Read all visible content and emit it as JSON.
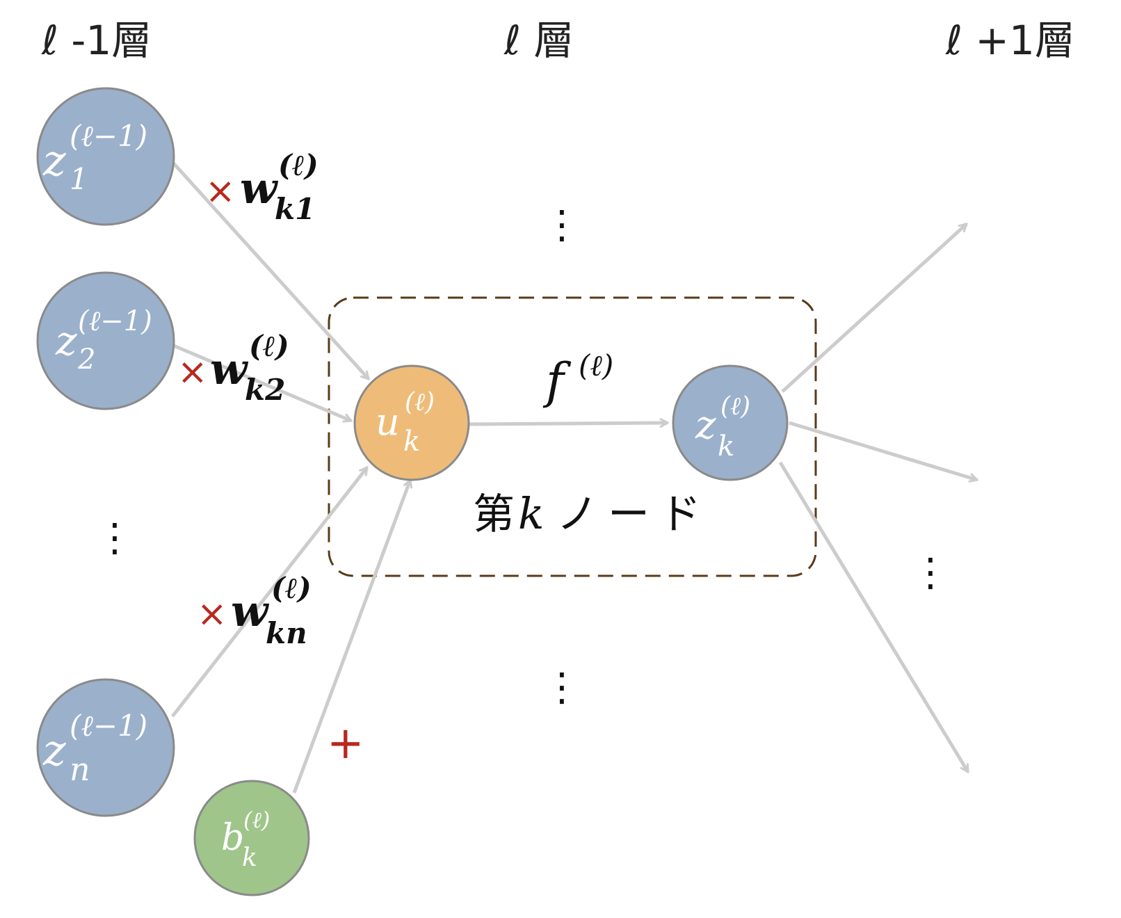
{
  "headers": {
    "prev_layer": "ℓ -1層",
    "cur_layer": "ℓ 層",
    "next_layer": "ℓ +1層"
  },
  "nodes": {
    "z1": {
      "base": "z",
      "sub": "1",
      "sup": "(ℓ−1)",
      "color": "#9bb0cb"
    },
    "z2": {
      "base": "z",
      "sub": "2",
      "sup": "(ℓ−1)",
      "color": "#9bb0cb"
    },
    "zn": {
      "base": "z",
      "sub": "n",
      "sup": "(ℓ−1)",
      "color": "#9bb0cb"
    },
    "u": {
      "base": "u",
      "sub": "k",
      "sup": "(ℓ)",
      "color": "#eebc78"
    },
    "zk": {
      "base": "z",
      "sub": "k",
      "sup": "(ℓ)",
      "color": "#9bb0cb"
    },
    "b": {
      "base": "b",
      "sub": "k",
      "sup": "(ℓ)",
      "color": "#9fc58a"
    }
  },
  "weights": {
    "w1": {
      "op": "×",
      "base": "w",
      "sub": "k1",
      "sup": "(ℓ)"
    },
    "w2": {
      "op": "×",
      "base": "w",
      "sub": "k2",
      "sup": "(ℓ)"
    },
    "wn": {
      "op": "×",
      "base": "w",
      "sub": "kn",
      "sup": "(ℓ)"
    }
  },
  "bias_op": "+",
  "activation": {
    "base": "f",
    "sup": "(ℓ)"
  },
  "node_caption": {
    "prefix": "第",
    "var": "k",
    "suffix": "ノード"
  },
  "ellipsis": "⋮",
  "colors": {
    "arrow": "#cccccc",
    "box": "#5a3a1a",
    "operator": "#b8281e"
  }
}
